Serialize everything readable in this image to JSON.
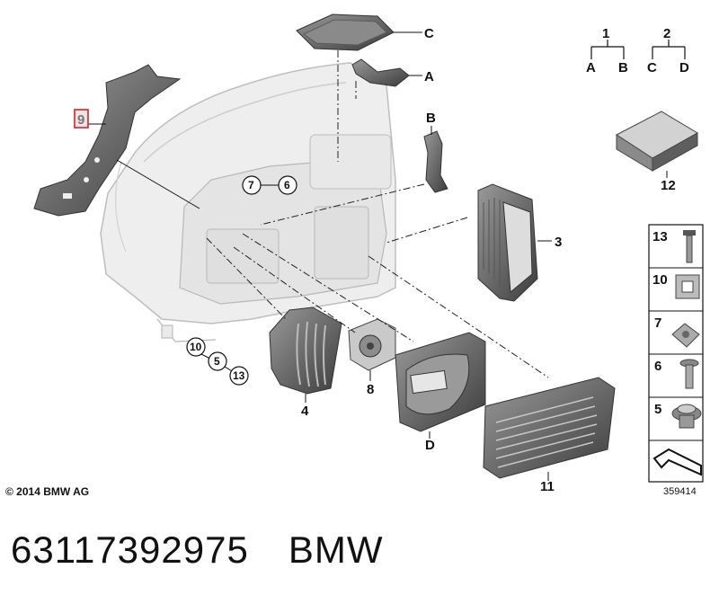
{
  "labels": {
    "A": "A",
    "B": "B",
    "C": "C",
    "D": "D",
    "n1": "1",
    "n2": "2",
    "n3": "3",
    "n4": "4",
    "n8": "8",
    "n11": "11",
    "n12": "12",
    "n9": "9"
  },
  "callouts": {
    "c7": "7",
    "c6": "6",
    "c10": "10",
    "c5": "5",
    "c13": "13"
  },
  "legend": {
    "group1": {
      "parent": "1",
      "left": "A",
      "right": "B"
    },
    "group2": {
      "parent": "2",
      "left": "C",
      "right": "D"
    }
  },
  "fasteners": [
    {
      "num": "13",
      "icon": "bolt-icon"
    },
    {
      "num": "10",
      "icon": "square-gasket-icon"
    },
    {
      "num": "7",
      "icon": "clip-nut-icon"
    },
    {
      "num": "6",
      "icon": "screw-icon"
    },
    {
      "num": "5",
      "icon": "grommet-icon"
    }
  ],
  "highlight_color": "#d8232a",
  "copyright": "© 2014 BMW AG",
  "part_number": "63117392975",
  "brand": "BMW",
  "image_code": "359414"
}
